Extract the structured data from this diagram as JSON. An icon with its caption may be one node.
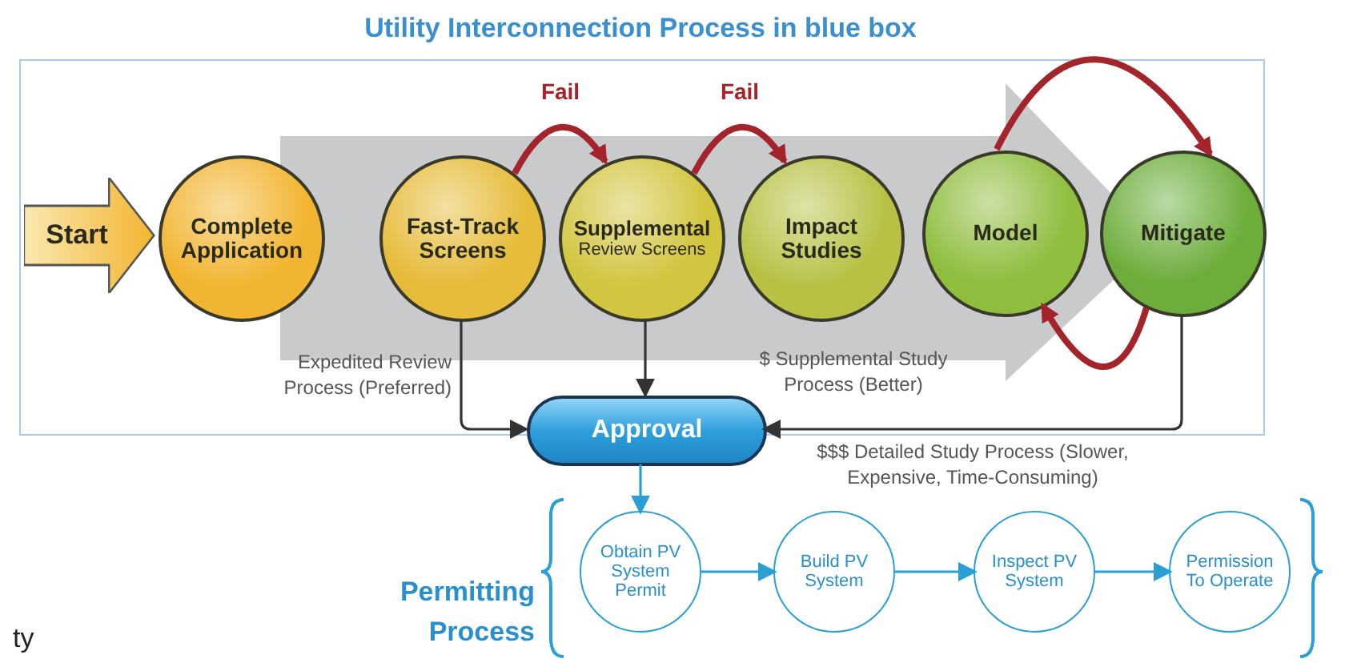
{
  "diagram": {
    "title": "Utility Interconnection Process in blue box",
    "nodes": [
      {
        "text": [],
        "shape": "box"
      },
      {
        "text": [
          "Start"
        ],
        "in": 0
      },
      {
        "text": [
          "Complete Application"
        ],
        "in": 0
      },
      {
        "text": [
          "Fast-Track Screens"
        ],
        "in": 0
      },
      {
        "text": [
          "Supplemental",
          "Review Screens"
        ],
        "in": 0
      },
      {
        "text": [
          "Impact Studies"
        ],
        "in": 0
      },
      {
        "text": [
          "Model"
        ],
        "in": 0
      },
      {
        "text": [
          "Mitigate"
        ],
        "in": 0
      },
      {
        "text": [
          "Approval"
        ],
        "in": 0
      },
      {
        "text": [
          "Obtain PV System Permit"
        ]
      },
      {
        "text": [
          "Build PV System"
        ]
      },
      {
        "text": [
          "Inspect PV System"
        ]
      },
      {
        "text": [
          "Permission To Operate"
        ]
      }
    ],
    "edges": [
      {
        "from": 3,
        "to": 4,
        "arrow": "to",
        "label": "Fail",
        "style": "thick",
        "color": "#a3252b"
      },
      {
        "from": 4,
        "to": 5,
        "arrow": "to",
        "label": "Fail",
        "style": "thick",
        "color": "#a3252b"
      },
      {
        "from": 6,
        "to": 7,
        "arrow": "to",
        "style": "thick",
        "color": "#a3252b"
      },
      {
        "from": 7,
        "to": 6,
        "arrow": "to",
        "style": "thick",
        "color": "#a3252b"
      },
      {
        "from": 3,
        "to": 8,
        "arrow": "to",
        "label": "Expedited Review Process (Preferred)",
        "color": "#333333"
      },
      {
        "from": 4,
        "to": 8,
        "arrow": "to",
        "color": "#333333"
      },
      {
        "from": 7,
        "to": 8,
        "arrow": "to",
        "color": "#333333",
        "label": "$$$ Detailed Study Process (Slower, Expensive, Time-Consuming)"
      },
      {
        "from": 8,
        "to": 9,
        "arrow": "to",
        "color": "#2a9fd6"
      },
      {
        "from": 9,
        "to": 10,
        "arrow": "to",
        "color": "#2a9fd6"
      },
      {
        "from": 10,
        "to": 11,
        "arrow": "to",
        "color": "#2a9fd6"
      },
      {
        "from": 11,
        "to": 12,
        "arrow": "to",
        "color": "#2a9fd6"
      }
    ],
    "labels": [
      "$ Supplemental Study Process (Better)",
      "Permitting Process",
      "ty"
    ]
  }
}
